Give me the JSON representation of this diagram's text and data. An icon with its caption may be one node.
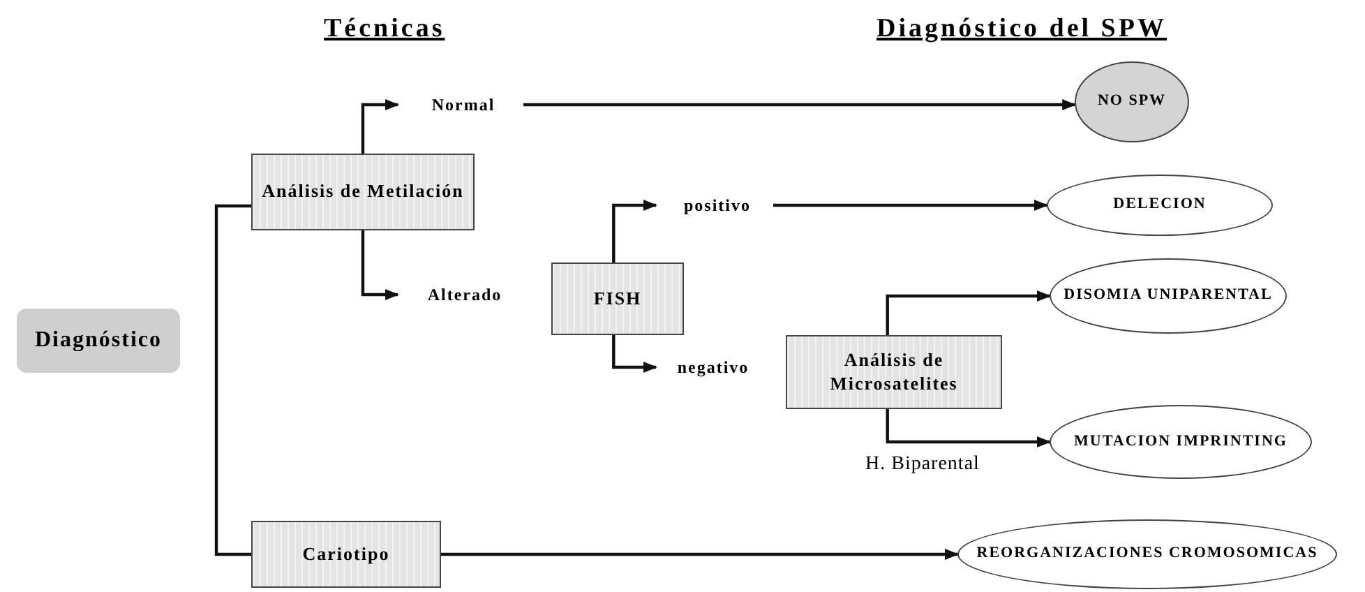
{
  "diagram": {
    "nodes": [
      {
        "text": [
          "Diagnóstico"
        ]
      },
      {
        "text": [
          "Análisis de Metilación"
        ]
      },
      {
        "text": [
          "Normal"
        ]
      },
      {
        "text": [
          "Alterado"
        ]
      },
      {
        "text": [
          "FISH"
        ]
      },
      {
        "text": [
          "positivo"
        ]
      },
      {
        "text": [
          "negativo"
        ]
      },
      {
        "text": [
          "Análisis de Microsatelites"
        ]
      },
      {
        "text": [
          "Cariotipo"
        ]
      },
      {
        "text": [
          "NO SPW"
        ]
      },
      {
        "text": [
          "DELECION"
        ]
      },
      {
        "text": [
          "DISOMIA UNIPARENTAL"
        ]
      },
      {
        "text": [
          "MUTACION IMPRINTING"
        ]
      },
      {
        "text": [
          "REORGANIZACIONES CROMOSOMICAS"
        ]
      }
    ],
    "edges": [
      {
        "from": 1,
        "to": 8,
        "arrow": "none"
      },
      {
        "from": 1,
        "to": 2,
        "arrow": "to"
      },
      {
        "from": 1,
        "to": 3,
        "arrow": "to"
      },
      {
        "from": 2,
        "to": 9,
        "arrow": "to"
      },
      {
        "from": 4,
        "to": 5,
        "arrow": "to"
      },
      {
        "from": 4,
        "to": 6,
        "arrow": "to"
      },
      {
        "from": 5,
        "to": 10,
        "arrow": "to"
      },
      {
        "from": 7,
        "to": 11,
        "arrow": "to"
      },
      {
        "from": 7,
        "to": 12,
        "arrow": "to",
        "label": "H. Biparental"
      },
      {
        "from": 8,
        "to": 13,
        "arrow": "to"
      }
    ],
    "labels": [
      "Técnicas",
      "Diagnóstico del SPW"
    ]
  }
}
